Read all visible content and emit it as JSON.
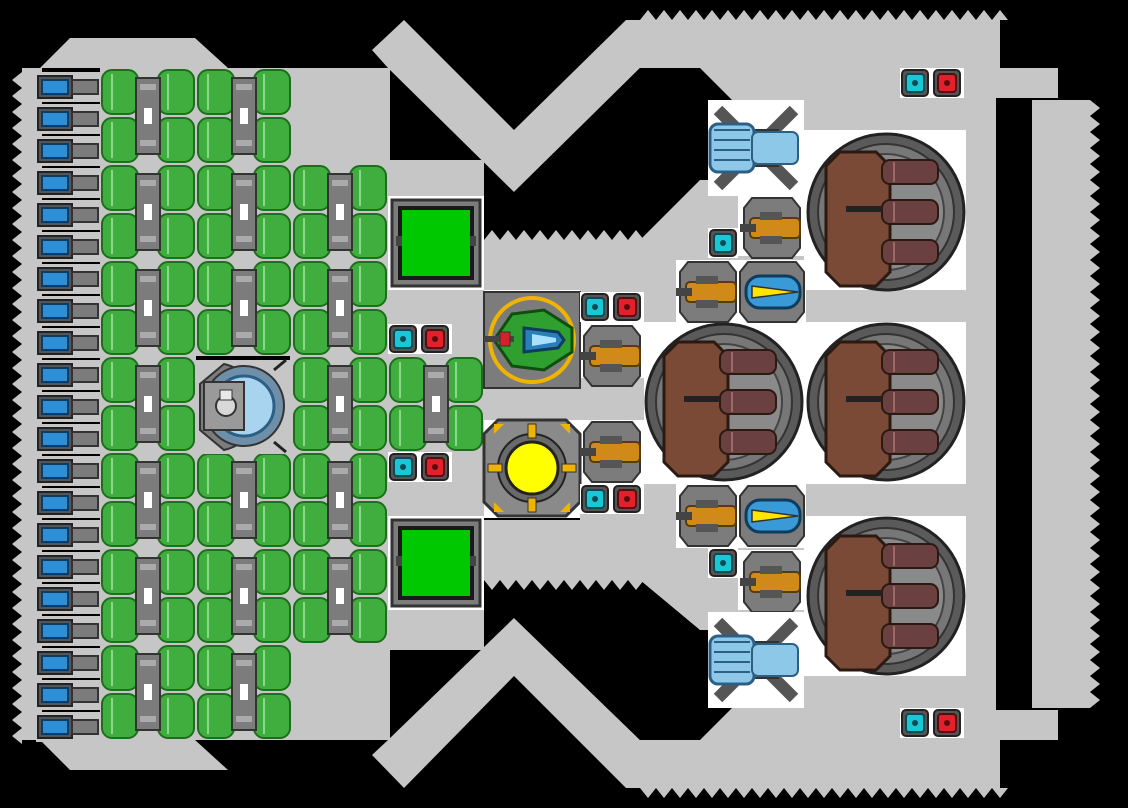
{
  "scene": {
    "title": "",
    "description_visible_text": []
  },
  "palette": {
    "background": "#000000",
    "hull": "#c6c6c6",
    "hull_edge": "#b5b5b5",
    "floor": "#ffffff",
    "tank_green": "#3fae3f",
    "tank_green_dark": "#1d6e1d",
    "pipe_gray": "#7c7c7c",
    "cell_blue": "#2f8fd6",
    "reactor_yellow": "#ffff00",
    "terminal_green": "#00c800",
    "thruster_brown": "#7a4a36",
    "thruster_barrel": "#6b4040",
    "gun_gold": "#d08a1a",
    "ion_blue": "#8ec8e8",
    "button_cyan": "#19c7d6",
    "button_red": "#e0202a"
  },
  "modules": {
    "battery_cells": 21,
    "tank_rows": 7,
    "large_thrusters": 4,
    "small_guns": 6,
    "ion_cannons": 2,
    "control_pairs": 6
  }
}
